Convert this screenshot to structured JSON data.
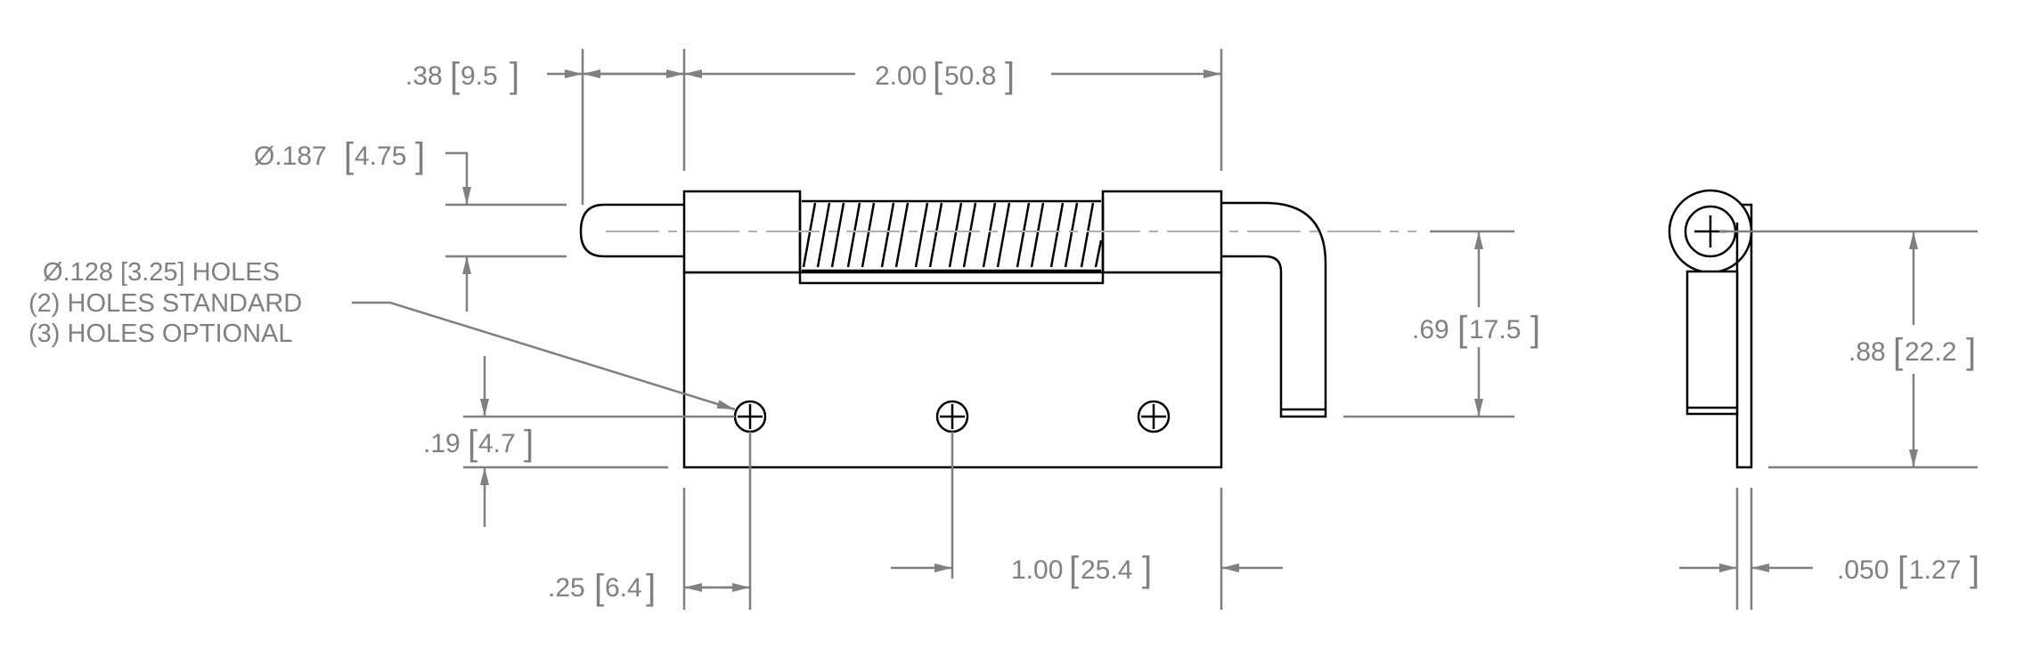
{
  "dimensions": {
    "top_offset": {
      "in": ".38",
      "mm": "9.5"
    },
    "overall_length": {
      "in": "2.00",
      "mm": "50.8"
    },
    "pin_diameter": {
      "prefix": "Ø",
      "in": ".187",
      "mm": "4.75"
    },
    "hole_edge_distance": {
      "in": ".19",
      "mm": "4.7"
    },
    "hole_end_distance": {
      "in": ".25",
      "mm": "6.4"
    },
    "hole_spacing": {
      "in": "1.00",
      "mm": "25.4"
    },
    "handle_height": {
      "in": ".69",
      "mm": "17.5"
    },
    "side_height": {
      "in": ".88",
      "mm": "22.2"
    },
    "thickness": {
      "in": ".050",
      "mm": "1.27"
    }
  },
  "hole_note": {
    "line1": "Ø.128 [3.25] HOLES",
    "line2": "(2) HOLES STANDARD",
    "line3": "(3) HOLES OPTIONAL"
  },
  "bracket_open": "[",
  "bracket_close": "]",
  "colors": {
    "dimension": "#808080",
    "part": "#000000",
    "centerline": "#b0b0b0"
  }
}
